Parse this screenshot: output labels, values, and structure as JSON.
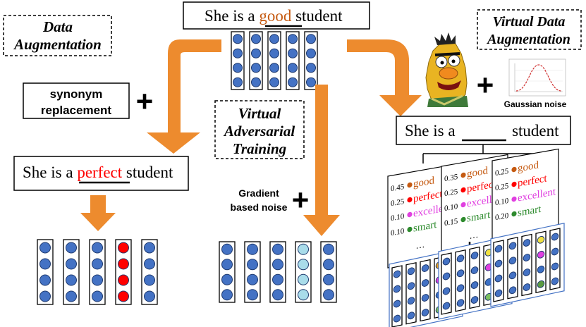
{
  "colors": {
    "arrow": "#ED8B2E",
    "token_blue": "#4472C4",
    "token_red": "#FF0000",
    "token_light": "#A9DCEA",
    "good": "#C55A11",
    "perfect": "#FF0000",
    "excellent": "#E040E0",
    "smart": "#2E8B2E"
  },
  "top_sentence": {
    "prefix": "She is a ",
    "word": "good",
    "suffix": " student"
  },
  "left_sentence": {
    "prefix": "She is a ",
    "word": "perfect",
    "suffix": " student"
  },
  "right_sentence": {
    "prefix": "She is a ",
    "blank": "______",
    "suffix": " student"
  },
  "labels": {
    "data_aug_1": "Data",
    "data_aug_2": "Augmentation",
    "vat_1": "Virtual",
    "vat_2": "Adversarial",
    "vat_3": "Training",
    "vda_1": "Virtual Data",
    "vda_2": "Augmentation",
    "synonym_1": "synonym",
    "synonym_2": "replacement",
    "gradient_1": "Gradient",
    "gradient_2": "based noise",
    "gaussian": "Gaussian noise",
    "plus": "+"
  },
  "prob_cards": [
    {
      "rows": [
        {
          "p": "0.45",
          "word": "good",
          "color": "good"
        },
        {
          "p": "0.25",
          "word": "perfect",
          "color": "perfect"
        },
        {
          "p": "0.10",
          "word": "excellent",
          "color": "excellent"
        },
        {
          "p": "0.10",
          "word": "smart",
          "color": "smart"
        }
      ],
      "ellipsis": "…"
    },
    {
      "rows": [
        {
          "p": "0.35",
          "word": "good",
          "color": "good"
        },
        {
          "p": "0.25",
          "word": "perfect",
          "color": "perfect"
        },
        {
          "p": "0.10",
          "word": "excellent",
          "color": "excellent"
        },
        {
          "p": "0.15",
          "word": "smart",
          "color": "smart"
        }
      ],
      "ellipsis": "…"
    },
    {
      "rows": [
        {
          "p": "0.25",
          "word": "good",
          "color": "good"
        },
        {
          "p": "0.25",
          "word": "perfect",
          "color": "perfect"
        },
        {
          "p": "0.10",
          "word": "excellent",
          "color": "excellent"
        },
        {
          "p": "0.20",
          "word": "smart",
          "color": "smart"
        }
      ],
      "ellipsis": "…"
    }
  ]
}
